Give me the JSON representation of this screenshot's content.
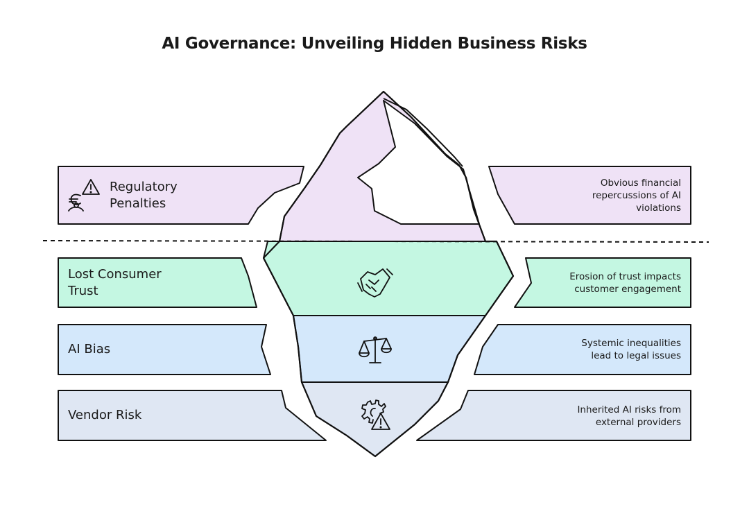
{
  "title": "AI Governance: Unveiling Hidden Business Risks",
  "colors": {
    "purple": "#efe2f6",
    "green": "#c4f7e2",
    "blue": "#d4e8fb",
    "slate": "#dfe7f3",
    "outline": "#111111"
  },
  "layers": [
    {
      "label": "Regulatory Penalties",
      "label_lines": [
        "Regulatory",
        "Penalties"
      ],
      "icon": "money-warning-icon",
      "description_lines": [
        "Obvious financial",
        "repercussions of AI",
        "violations"
      ]
    },
    {
      "label": "Lost Consumer Trust",
      "label_lines": [
        "Lost Consumer",
        "Trust"
      ],
      "icon": "handshake-icon",
      "description_lines": [
        "Erosion of trust impacts",
        "customer engagement"
      ]
    },
    {
      "label": "AI Bias",
      "label_lines": [
        "AI Bias"
      ],
      "icon": "scales-icon",
      "description_lines": [
        "Systemic inequalities",
        "lead to legal issues"
      ]
    },
    {
      "label": "Vendor Risk",
      "label_lines": [
        "Vendor Risk"
      ],
      "icon": "gear-warning-icon",
      "description_lines": [
        "Inherited AI risks from",
        "external providers"
      ]
    }
  ]
}
